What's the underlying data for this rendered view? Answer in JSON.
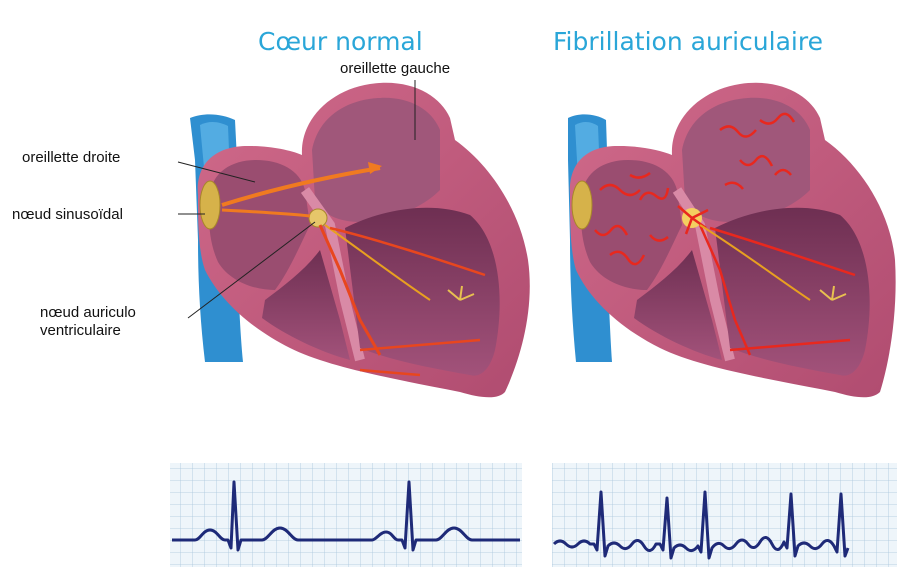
{
  "titles": {
    "normal": "Cœur normal",
    "fibrillation": "Fibrillation auriculaire"
  },
  "labels": {
    "oreillette_gauche": "oreillette gauche",
    "oreillette_droite": "oreillette droite",
    "noeud_sinusoidal": "nœud sinusoïdal",
    "noeud_av_line1": "nœud auriculo",
    "noeud_av_line2": "ventriculaire"
  },
  "colors": {
    "title": "#2aa6d8",
    "heart_outer": "#c2577a",
    "heart_chamber": "#8e4569",
    "vessel": "#2f8fd0",
    "node": "#d6b24a",
    "signal": "#e8461e",
    "ecg_line": "#1e2a78",
    "ecg_grid": "#a9c6dc"
  }
}
